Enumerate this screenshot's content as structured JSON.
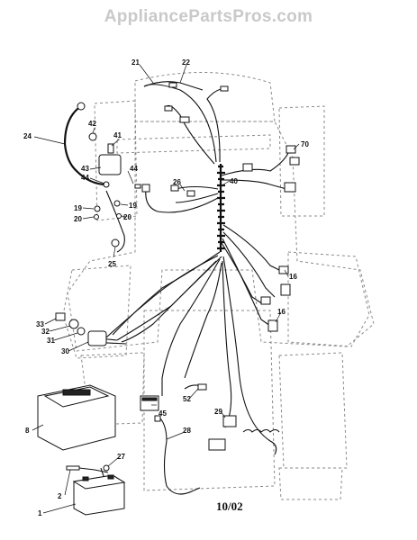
{
  "watermark": "AppliancePartsPros.com",
  "revision_date": "10/02",
  "callouts": {
    "c1": "1",
    "c2": "2",
    "c8": "8",
    "c16a": "16",
    "c16b": "16",
    "c19a": "19",
    "c19b": "19",
    "c20a": "20",
    "c20b": "20",
    "c21": "21",
    "c22": "22",
    "c24": "24",
    "c25": "25",
    "c26": "26",
    "c27": "27",
    "c28": "28",
    "c29": "29",
    "c30": "30",
    "c31": "31",
    "c32": "32",
    "c33": "33",
    "c40": "40",
    "c41": "41",
    "c42": "42",
    "c43": "43",
    "c44a": "44",
    "c44b": "44",
    "c45": "45",
    "c52": "52",
    "c70": "70"
  }
}
